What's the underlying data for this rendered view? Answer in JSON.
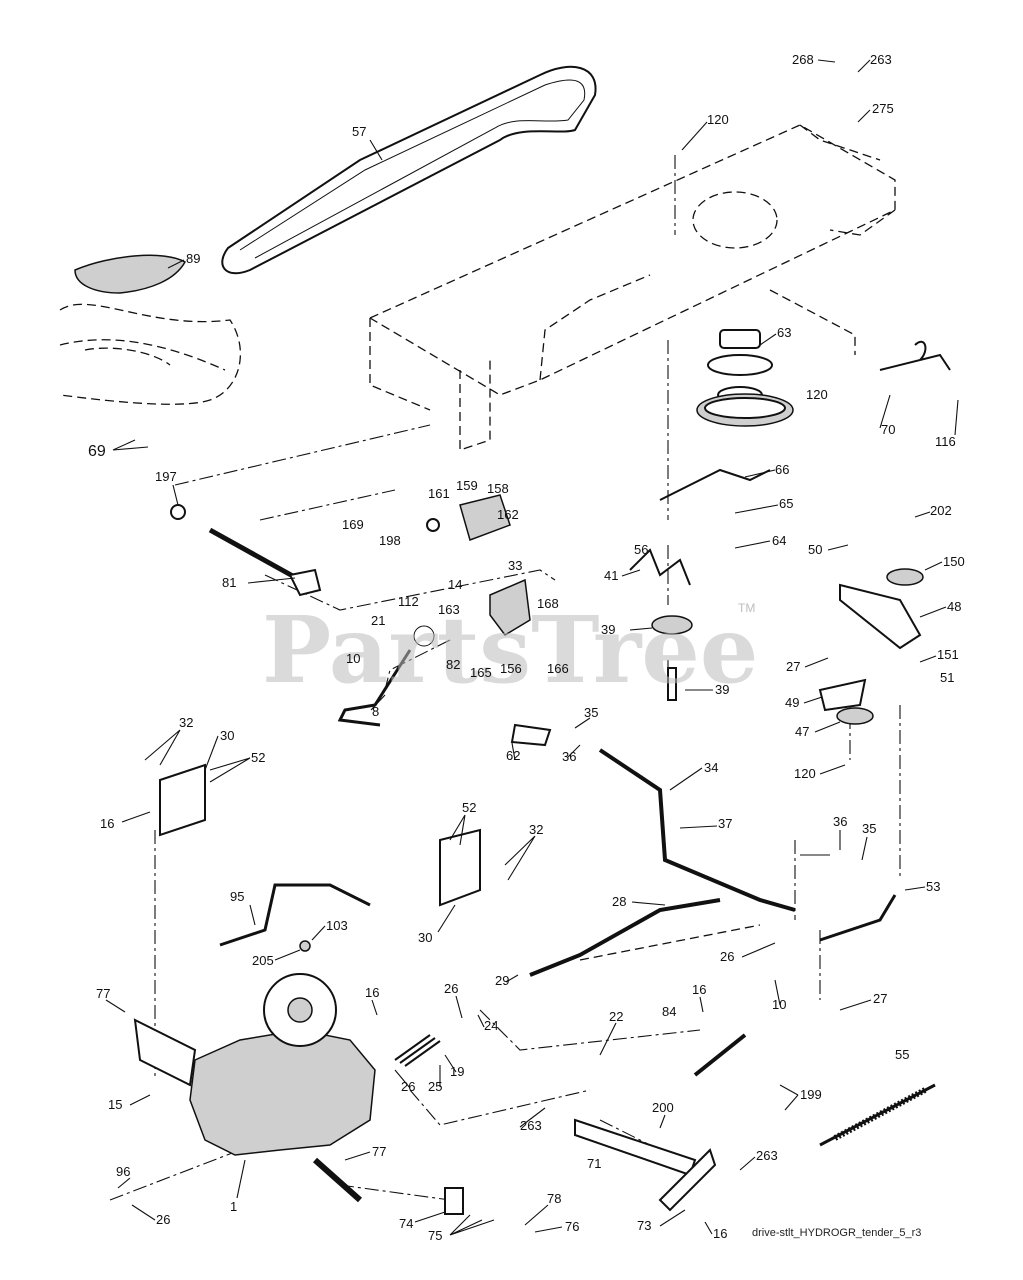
{
  "watermark": {
    "text": "PartsTree",
    "trademark": "TM"
  },
  "caption": "drive-stlt_HYDROGR_tender_5_r3",
  "labels": [
    "268",
    "263",
    "275",
    "120",
    "57",
    "89",
    "63",
    "120",
    "70",
    "116",
    "69",
    "197",
    "161",
    "159",
    "158",
    "198",
    "169",
    "162",
    "66",
    "65",
    "56",
    "64",
    "41",
    "81",
    "14",
    "33",
    "112",
    "163",
    "168",
    "21",
    "82",
    "156",
    "166",
    "165",
    "39",
    "39",
    "10",
    "8",
    "202",
    "50",
    "150",
    "48",
    "27",
    "151",
    "51",
    "49",
    "47",
    "120",
    "32",
    "30",
    "52",
    "16",
    "62",
    "35",
    "36",
    "34",
    "37",
    "52",
    "32",
    "30",
    "36",
    "35",
    "53",
    "95",
    "103",
    "205",
    "28",
    "26",
    "10",
    "27",
    "29",
    "77",
    "16",
    "26",
    "24",
    "22",
    "84",
    "16",
    "15",
    "26",
    "25",
    "19",
    "199",
    "55",
    "77",
    "263",
    "200",
    "71",
    "263",
    "96",
    "26",
    "1",
    "74",
    "75",
    "78",
    "76",
    "73",
    "16"
  ]
}
